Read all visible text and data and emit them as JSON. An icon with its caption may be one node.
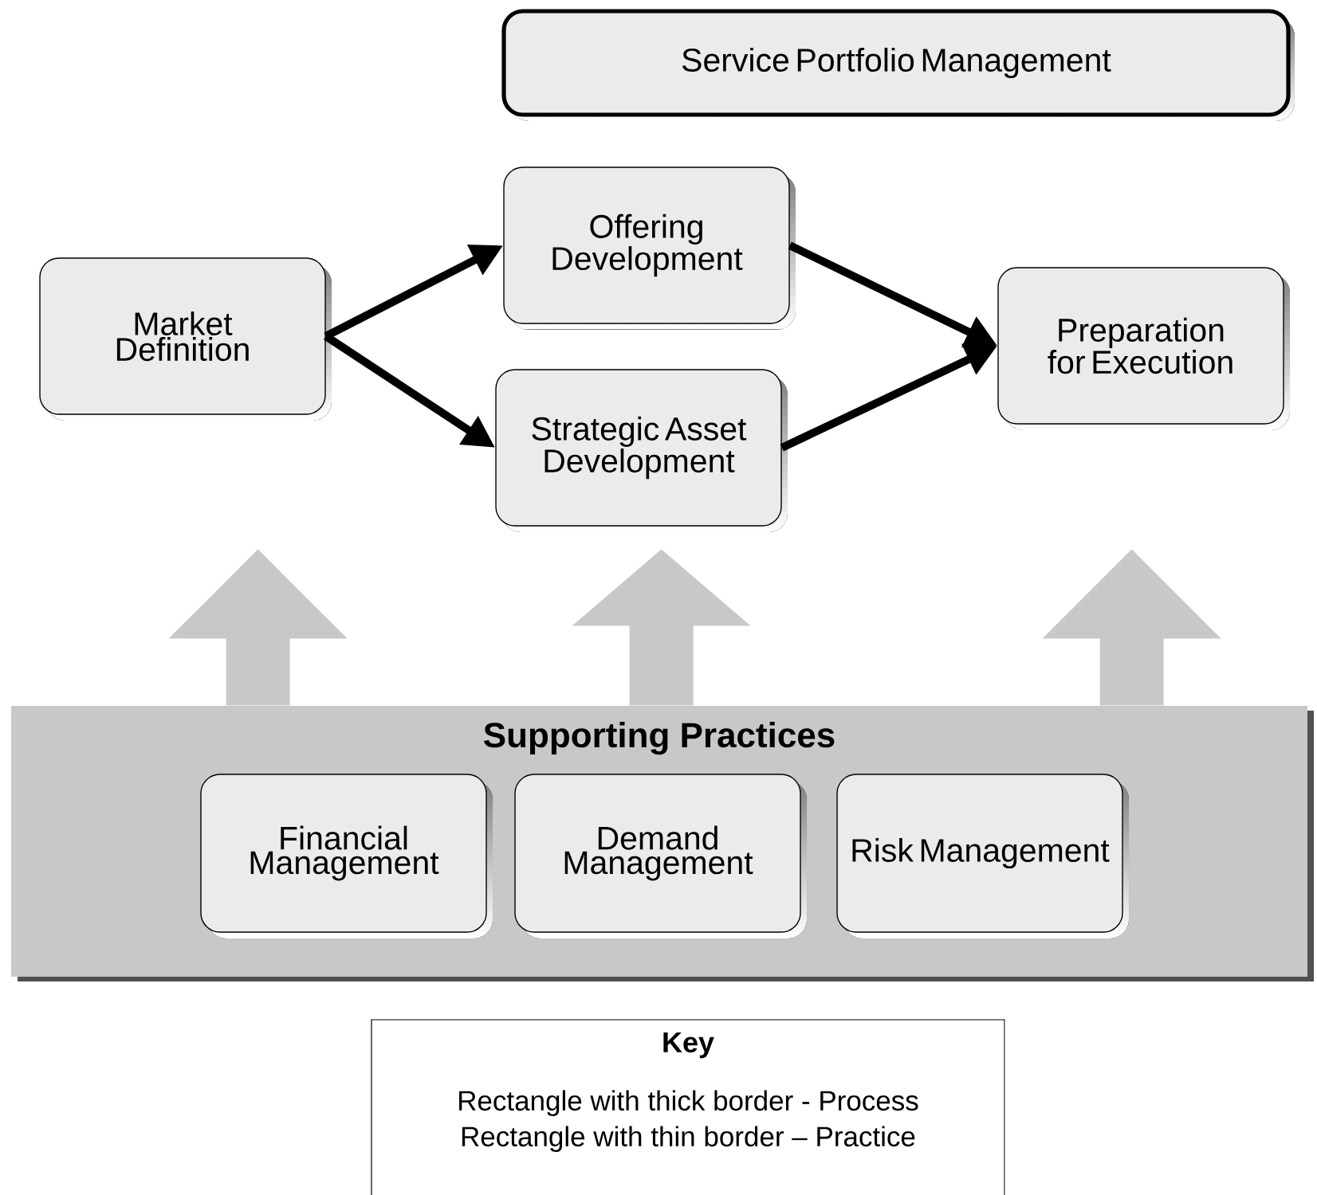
{
  "diagram": {
    "nodes": [
      {
        "text": [
          "Service Portfolio Management"
        ]
      },
      {
        "text": [
          "Market Definition"
        ]
      },
      {
        "text": [
          "Offering Development"
        ]
      },
      {
        "text": [
          "Strategic Asset Development"
        ]
      },
      {
        "text": [
          "Preparation for Execution"
        ]
      },
      {
        "text": [
          "Supporting Practices"
        ]
      },
      {
        "text": [
          "Financial Management"
        ],
        "in": 5
      },
      {
        "text": [
          "Demand Management"
        ],
        "in": 5
      },
      {
        "text": [
          "Risk Management"
        ],
        "in": 5
      },
      {
        "text": [
          "Key",
          "Rectangle with thick border - Process",
          "Rectangle with thin border – Practice"
        ]
      }
    ],
    "edges": [
      {
        "from": 1,
        "to": 2,
        "arrow": "to"
      },
      {
        "from": 1,
        "to": 3,
        "arrow": "to"
      },
      {
        "from": 2,
        "to": 4,
        "arrow": "to"
      },
      {
        "from": 3,
        "to": 4,
        "arrow": "to"
      },
      {
        "from": 5,
        "to": null,
        "arrow": "to",
        "color": "#c8c8c8"
      },
      {
        "from": 5,
        "to": null,
        "arrow": "to",
        "color": "#c8c8c8"
      },
      {
        "from": 5,
        "to": null,
        "arrow": "to",
        "color": "#c8c8c8"
      }
    ]
  }
}
